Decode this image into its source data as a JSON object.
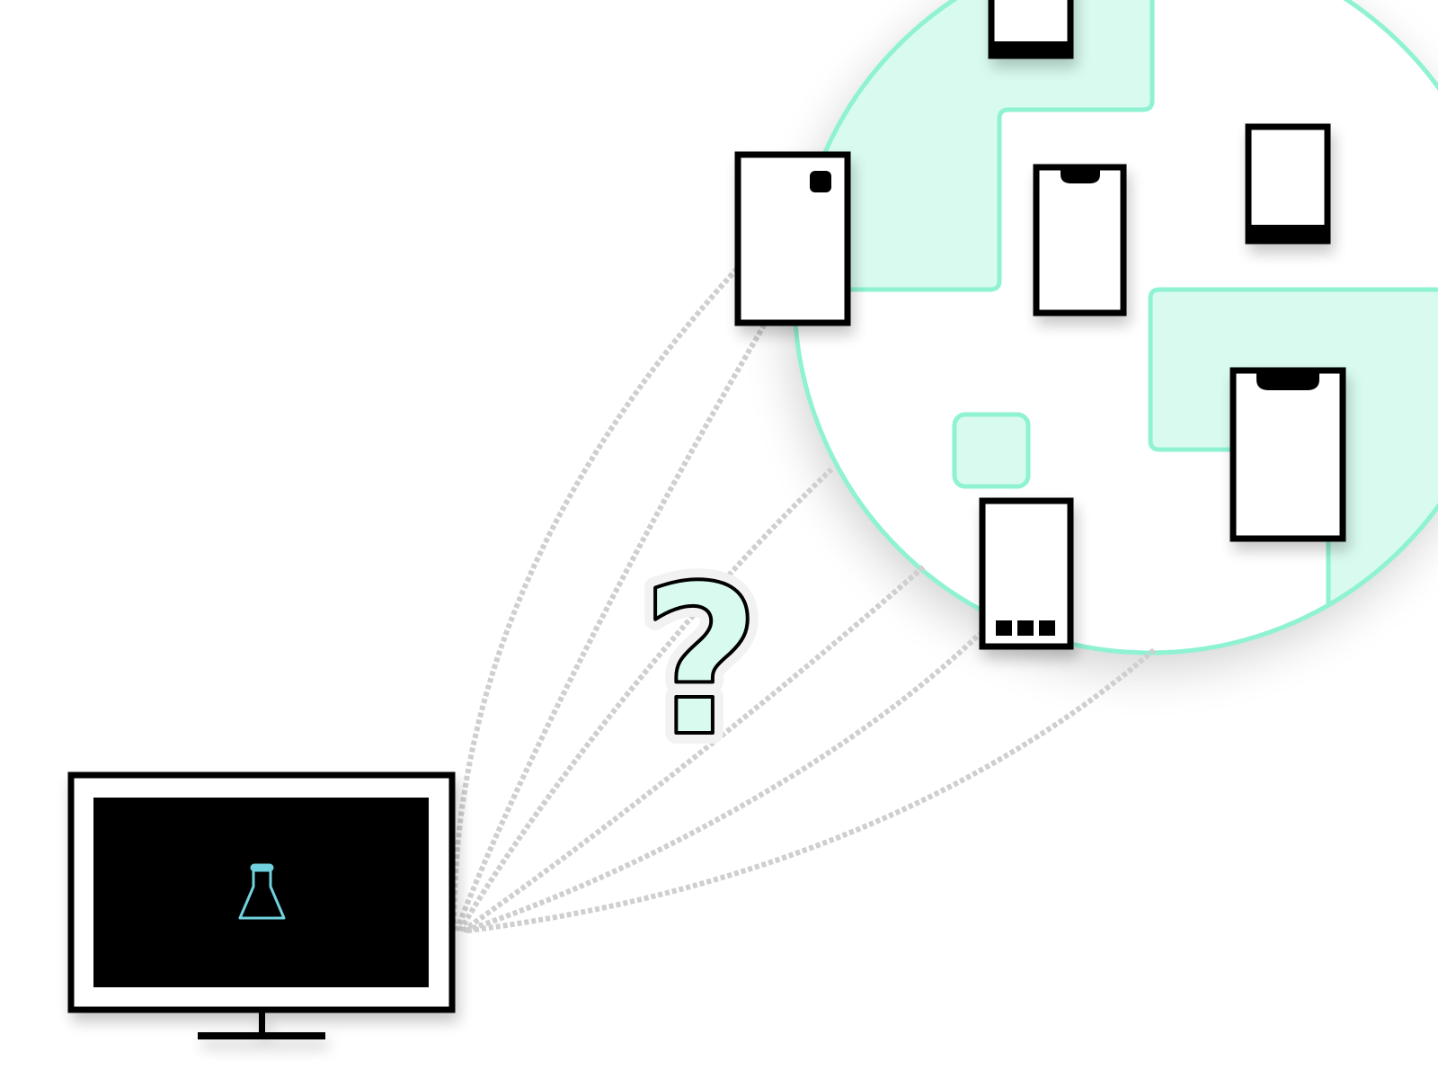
{
  "diagram": {
    "colors": {
      "accent": "#8ef2d3",
      "accent_fill": "#d9fbef",
      "connector": "#cfcfcf",
      "device_outline": "#000000",
      "screen": "#050505",
      "flask": "#6fd2df",
      "background": "#ffffff"
    },
    "question_mark": "?",
    "source": {
      "icon": "flask-icon",
      "label": ""
    },
    "devices": [
      {
        "kind": "tablet",
        "feature": "camera-dot"
      },
      {
        "kind": "phone",
        "feature": "bottom-bar"
      },
      {
        "kind": "phone",
        "feature": "notch"
      },
      {
        "kind": "phone",
        "feature": "bottom-bar"
      },
      {
        "kind": "phone",
        "feature": "notch"
      },
      {
        "kind": "phone",
        "feature": "nav-buttons"
      }
    ],
    "connector_count": 6
  }
}
